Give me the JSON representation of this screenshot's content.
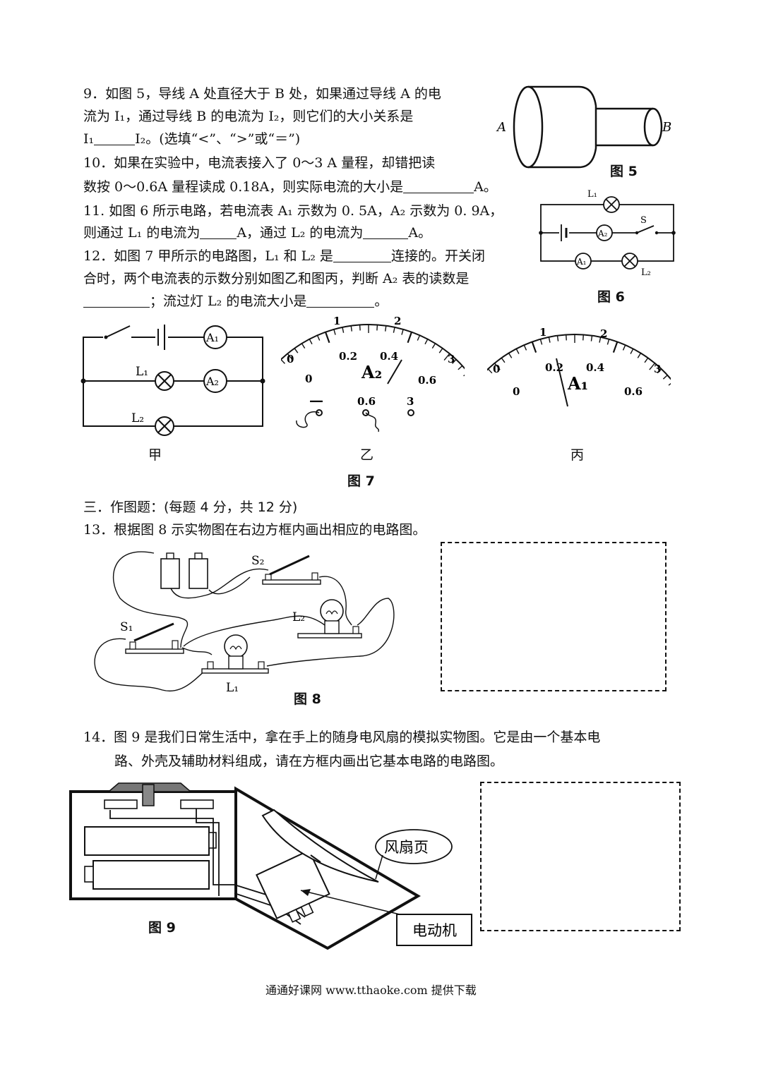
{
  "q9": {
    "line1": "9．如图 5，导线 A 处直径大于 B 处，如果通过导线 A 的电",
    "line2": "流为 I₁，通过导线 B 的电流为 I₂，则它们的大小关系是",
    "line3a": "I₁",
    "line3b": "I₂。(选填“<”、“>”或“＝”)"
  },
  "q10": {
    "line1": "10．如果在实验中，电流表接入了 0～3 A 量程，却错把读",
    "line2a": "数按 0～0.6A 量程读成 0.18A，则实际电流的大小是",
    "line2b": "A。"
  },
  "q11": {
    "line1": "11. 如图 6 所示电路，若电流表 A₁ 示数为 0. 5A，A₂ 示数为 0. 9A，",
    "line2a": "则通过 L₁ 的电流为",
    "line2b": "A，通过 L₂ 的电流为",
    "line2c": "A。"
  },
  "q12": {
    "line1a": "12．如图 7 甲所示的电路图，L₁ 和 L₂ 是",
    "line1b": "连接的。开关闭",
    "line2": "合时，两个电流表的示数分别如图乙和图丙，判断 A₂ 表的读数是",
    "line3a": "；流过灯 L₂ 的电流大小是",
    "line3b": "。"
  },
  "fig5": {
    "caption": "图 5",
    "label_a": "A",
    "label_b": "B"
  },
  "fig6": {
    "caption": "图 6",
    "l1": "L₁",
    "l2": "L₂",
    "s": "S",
    "a1": "A₁",
    "a2": "A₂"
  },
  "fig7": {
    "caption": "图 7",
    "sub_jia": "甲",
    "sub_yi": "乙",
    "sub_bing": "丙",
    "l1": "L₁",
    "l2": "L₂",
    "a1": "A₁",
    "a2": "A₂",
    "meter_yi": {
      "name": "A₂",
      "top_ticks": [
        "0",
        "1",
        "2",
        "3"
      ],
      "bottom_ticks": [
        "0",
        "0.2",
        "0.4",
        "0.6"
      ],
      "terminals": [
        "—",
        "0.6",
        "3"
      ]
    },
    "meter_bing": {
      "name": "A₁",
      "top_ticks": [
        "0",
        "1",
        "2",
        "3"
      ],
      "bottom_ticks": [
        "0",
        "0.2",
        "0.4",
        "0.6"
      ]
    }
  },
  "section3": {
    "title": "三．作图题：(每题 4 分，共 12 分)"
  },
  "q13": {
    "text": "13．根据图 8 示实物图在右边方框内画出相应的电路图。"
  },
  "fig8": {
    "caption": "图 8",
    "s1": "S₁",
    "s2": "S₂",
    "l1": "L₁",
    "l2": "L₂"
  },
  "q14": {
    "line1": "14．图 9 是我们日常生活中，拿在手上的随身电风扇的模拟实物图。它是由一个基本电",
    "line2": "路、外壳及辅助材料组成，请在方框内画出它基本电路的电路图。"
  },
  "fig9": {
    "caption": "图 9",
    "fan_label": "风扇页",
    "motor_label": "电动机"
  },
  "footer": {
    "text": "通通好课网  www.tthaoke.com  提供下载"
  }
}
